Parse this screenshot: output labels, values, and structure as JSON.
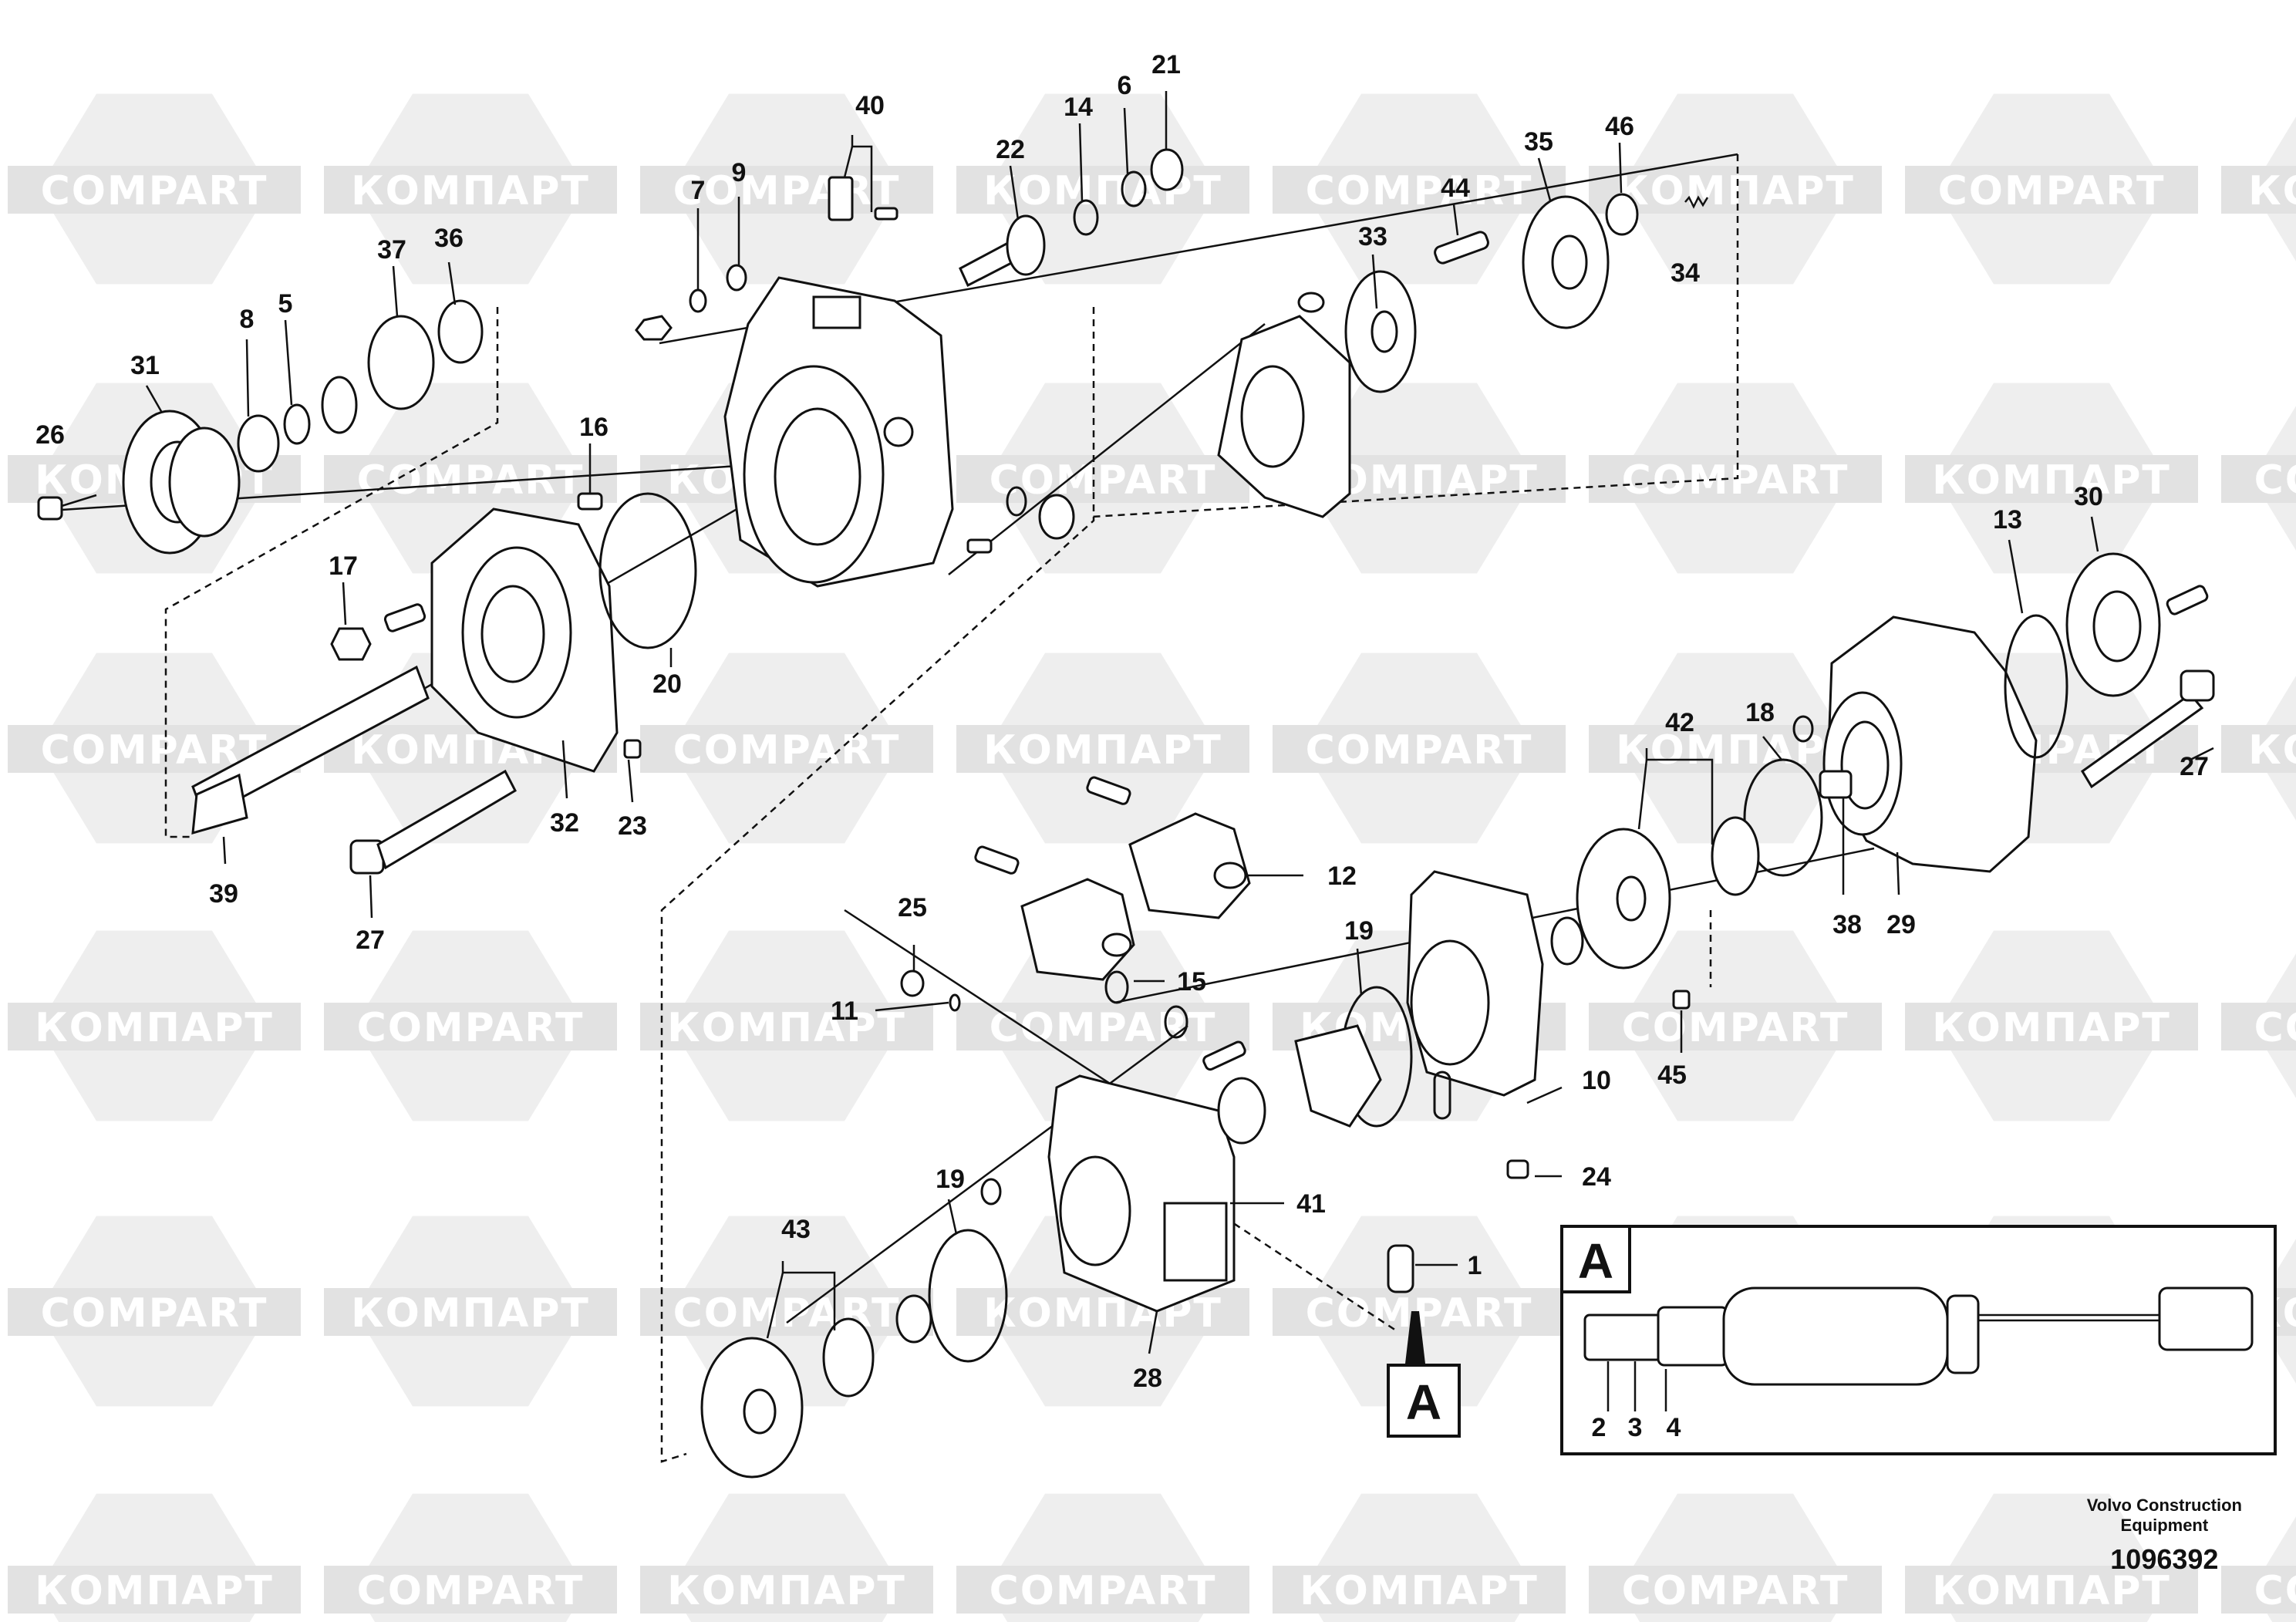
{
  "diagram": {
    "callouts": [
      {
        "id": "26",
        "label": "26"
      },
      {
        "id": "31",
        "label": "31"
      },
      {
        "id": "8",
        "label": "8"
      },
      {
        "id": "5",
        "label": "5"
      },
      {
        "id": "37",
        "label": "37"
      },
      {
        "id": "36",
        "label": "36"
      },
      {
        "id": "7",
        "label": "7"
      },
      {
        "id": "9",
        "label": "9"
      },
      {
        "id": "40",
        "label": "40"
      },
      {
        "id": "22",
        "label": "22"
      },
      {
        "id": "14",
        "label": "14"
      },
      {
        "id": "6",
        "label": "6"
      },
      {
        "id": "21",
        "label": "21"
      },
      {
        "id": "33",
        "label": "33"
      },
      {
        "id": "44",
        "label": "44"
      },
      {
        "id": "35",
        "label": "35"
      },
      {
        "id": "46",
        "label": "46"
      },
      {
        "id": "34",
        "label": "34"
      },
      {
        "id": "16",
        "label": "16"
      },
      {
        "id": "17",
        "label": "17"
      },
      {
        "id": "20",
        "label": "20"
      },
      {
        "id": "32",
        "label": "32"
      },
      {
        "id": "23",
        "label": "23"
      },
      {
        "id": "39",
        "label": "39"
      },
      {
        "id": "27a",
        "label": "27"
      },
      {
        "id": "13",
        "label": "13"
      },
      {
        "id": "30",
        "label": "30"
      },
      {
        "id": "42",
        "label": "42"
      },
      {
        "id": "18",
        "label": "18"
      },
      {
        "id": "27b",
        "label": "27"
      },
      {
        "id": "38",
        "label": "38"
      },
      {
        "id": "29",
        "label": "29"
      },
      {
        "id": "12",
        "label": "12"
      },
      {
        "id": "25",
        "label": "25"
      },
      {
        "id": "19a",
        "label": "19"
      },
      {
        "id": "15",
        "label": "15"
      },
      {
        "id": "11",
        "label": "11"
      },
      {
        "id": "45",
        "label": "45"
      },
      {
        "id": "10",
        "label": "10"
      },
      {
        "id": "24",
        "label": "24"
      },
      {
        "id": "19b",
        "label": "19"
      },
      {
        "id": "41",
        "label": "41"
      },
      {
        "id": "43",
        "label": "43"
      },
      {
        "id": "1",
        "label": "1"
      },
      {
        "id": "28",
        "label": "28"
      },
      {
        "id": "2",
        "label": "2"
      },
      {
        "id": "3",
        "label": "3"
      },
      {
        "id": "4",
        "label": "4"
      }
    ],
    "section_letter": "A",
    "inset_letter": "A"
  },
  "watermark": {
    "latin": "COMPART",
    "cyrillic": "КОМПАРТ"
  },
  "footer": {
    "maker_line1": "Volvo Construction",
    "maker_line2": "Equipment",
    "drawing_number": "1096392"
  }
}
